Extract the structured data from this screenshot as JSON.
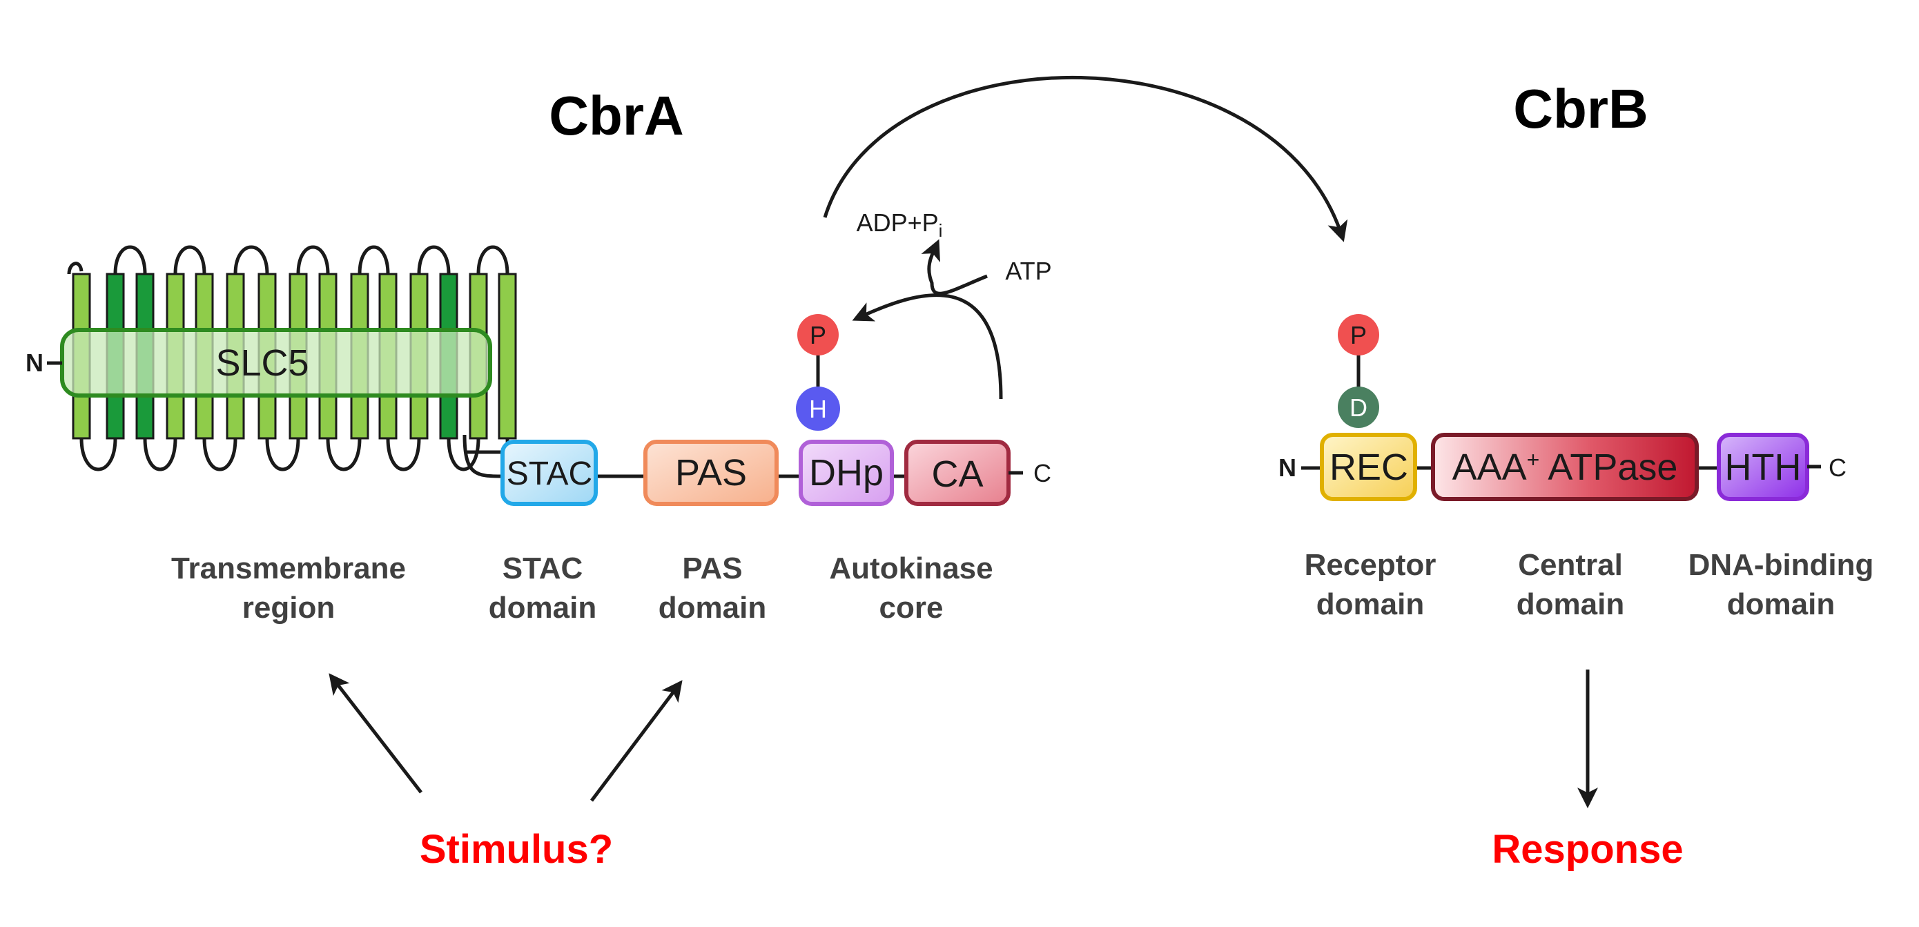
{
  "cbrA": {
    "title": "CbrA",
    "n_terminus": "N",
    "c_terminus": "C",
    "slc5_label": "SLC5",
    "domains": {
      "stac": "STAC",
      "pas": "PAS",
      "dhp": "DHp",
      "ca": "CA"
    },
    "phospho": {
      "p": "P",
      "h": "H"
    },
    "reaction": {
      "adp": "ADP+P",
      "adp_sub": "i",
      "atp": "ATP"
    },
    "region_labels": {
      "transmembrane": [
        "Transmembrane",
        "region"
      ],
      "stac": [
        "STAC",
        "domain"
      ],
      "pas": [
        "PAS",
        "domain"
      ],
      "autokinase": [
        "Autokinase",
        "core"
      ]
    },
    "stimulus": "Stimulus?"
  },
  "cbrB": {
    "title": "CbrB",
    "n_terminus": "N",
    "c_terminus": "C",
    "domains": {
      "rec": "REC",
      "aaa_prefix": "AAA",
      "aaa_sup": "+",
      "aaa_suffix": " ATPase",
      "hth": "HTH"
    },
    "phospho": {
      "p": "P",
      "d": "D"
    },
    "region_labels": {
      "receptor": [
        "Receptor",
        "domain"
      ],
      "central": [
        "Central",
        "domain"
      ],
      "dna": [
        "DNA-binding",
        "domain"
      ]
    },
    "response": "Response"
  },
  "colors": {
    "stimulus": "#ff0000",
    "response": "#ff0000",
    "helix_light": "#8fcc4a",
    "helix_dark": "#1a9a3a",
    "slc5_border": "#2e8b20",
    "stac": "#22a8e8",
    "pas": "#f08a5a",
    "dhp": "#b060d8",
    "ca": "#a02a40",
    "rec": "#e0b000",
    "aaa": "#7a1a28",
    "hth": "#8a2ad8",
    "phospho_p": "#f05050",
    "phospho_h": "#5a5af0",
    "phospho_d": "#4a8060"
  }
}
